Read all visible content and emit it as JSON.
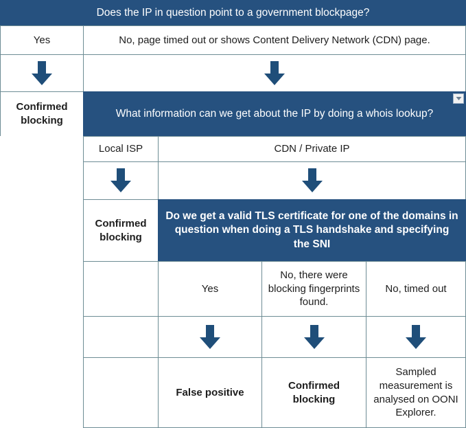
{
  "title": "OONI IP blocking decision tree",
  "colors": {
    "header_blue": "#26517F",
    "arrow_blue": "#1F4E79",
    "grid_line": "#6d8c94",
    "cell_text": "#1d1d1d",
    "blue_text": "#ffffff"
  },
  "rows": {
    "q1": {
      "question": "Does the IP in question point to a government blockpage?"
    },
    "answers1": {
      "yes": "Yes",
      "no": "No, page timed out or shows Content Delivery Network (CDN) page."
    },
    "arrows1": {
      "left": "down-arrow",
      "right": "down-arrow"
    },
    "outcome1": {
      "left": "Confirmed blocking",
      "question": "What information can we get about the IP by doing a whois lookup?",
      "dropdown": "filter-dropdown"
    },
    "answers2": {
      "local_isp": "Local ISP",
      "cdn": "CDN / Private IP"
    },
    "arrows2": {
      "left": "down-arrow",
      "right": "down-arrow"
    },
    "outcome2": {
      "left": "Confirmed blocking",
      "question": "Do we get a valid TLS certificate for one of the domains in question when doing a TLS handshake and specifying the SNI"
    },
    "answers3": {
      "yes": "Yes",
      "fingerprints": "No, there were blocking fingerprints found.",
      "timed_out": "No, timed out"
    },
    "arrows3": {
      "a": "down-arrow",
      "b": "down-arrow",
      "c": "down-arrow"
    },
    "outcome3": {
      "false_positive": "False positive",
      "confirmed": "Confirmed blocking",
      "sampled": "Sampled measurement is analysed on OONI Explorer."
    }
  }
}
